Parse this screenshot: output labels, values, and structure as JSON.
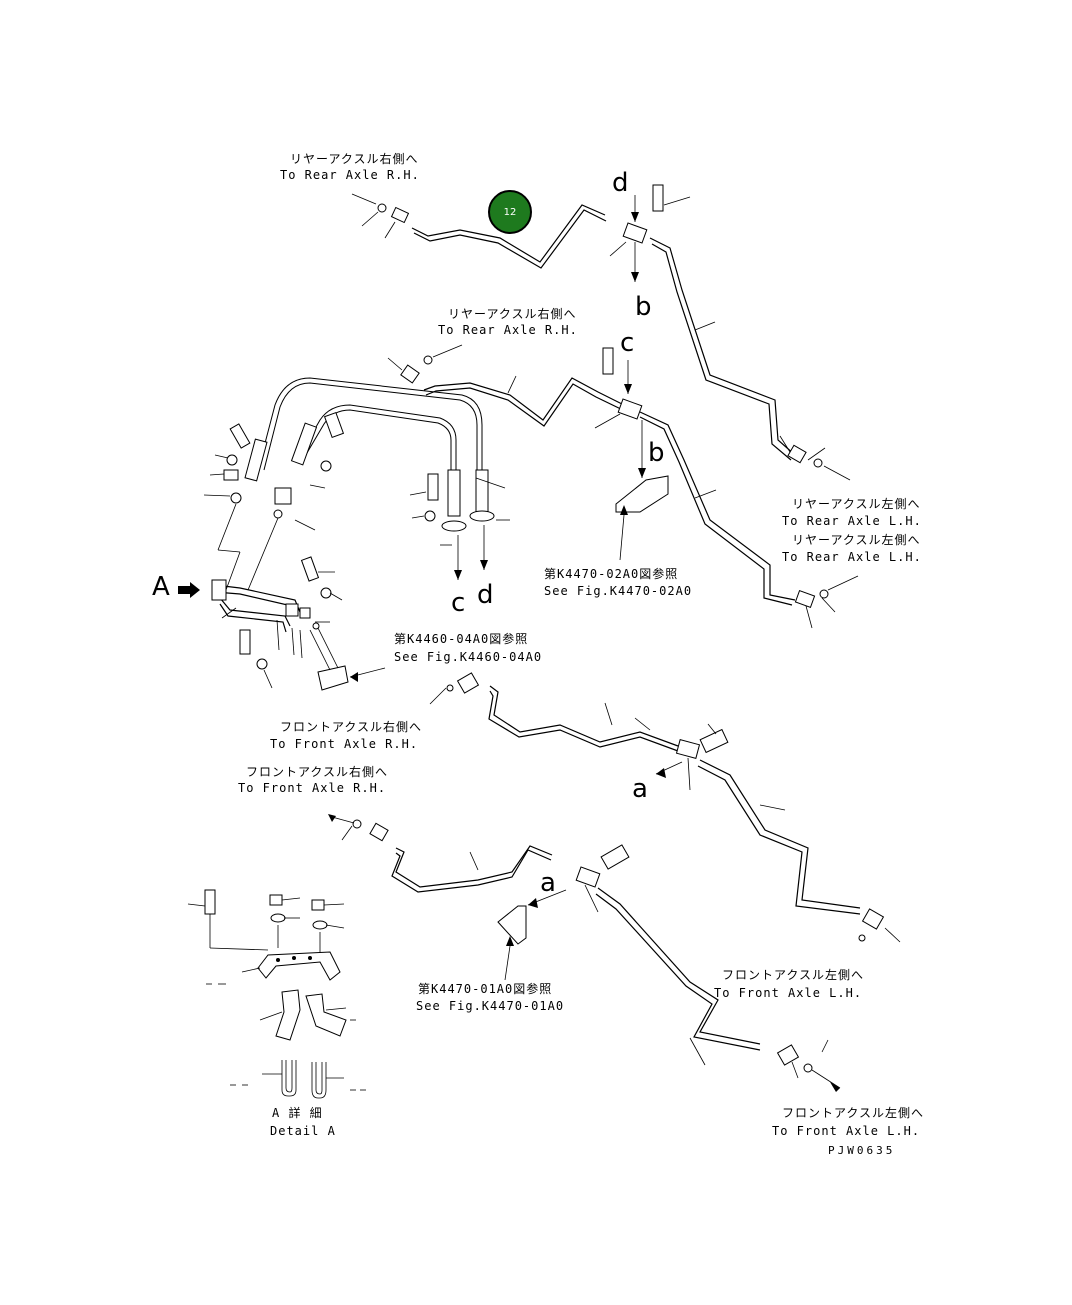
{
  "callout": {
    "label": "12",
    "color": "#1e7a1e"
  },
  "labels": {
    "rear_rh_top_jp": "リヤーアクスル右側へ",
    "rear_rh_top_en": "To Rear Axle R.H.",
    "rear_rh_mid_jp": "リヤーアクスル右側へ",
    "rear_rh_mid_en": "To Rear Axle R.H.",
    "rear_lh_1_jp": "リヤーアクスル左側へ",
    "rear_lh_1_en": "To Rear Axle L.H.",
    "rear_lh_2_jp": "リヤーアクスル左側へ",
    "rear_lh_2_en": "To Rear Axle L.H.",
    "fig_k4470_02_jp": "第K4470-02A0図参照",
    "fig_k4470_02_en": "See Fig.K4470-02A0",
    "fig_k4460_04_jp": "第K4460-04A0図参照",
    "fig_k4460_04_en": "See Fig.K4460-04A0",
    "front_rh_1_jp": "フロントアクスル右側へ",
    "front_rh_1_en": "To Front Axle R.H.",
    "front_rh_2_jp": "フロントアクスル右側へ",
    "front_rh_2_en": "To Front Axle R.H.",
    "fig_k4470_01_jp": "第K4470-01A0図参照",
    "fig_k4470_01_en": "See Fig.K4470-01A0",
    "front_lh_1_jp": "フロントアクスル左側へ",
    "front_lh_1_en": "To Front Axle L.H.",
    "front_lh_2_jp": "フロントアクスル左側へ",
    "front_lh_2_en": "To Front Axle L.H.",
    "detail_jp": "A 詳 細",
    "detail_en": "Detail A",
    "drawing_code": "PJW0635"
  },
  "letters": {
    "d_top": "d",
    "b_top": "b",
    "c_mid": "c",
    "b_mid": "b",
    "a_view": "A",
    "c_bottom": "c",
    "d_bottom": "d",
    "a_front": "a",
    "a_bracket": "a"
  }
}
